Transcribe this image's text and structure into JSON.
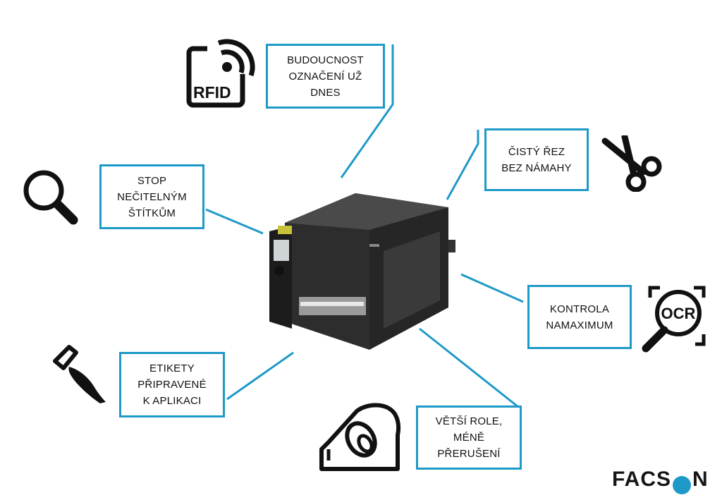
{
  "colors": {
    "accent": "#1e9ac8",
    "text": "#111111",
    "printer": "#2a2a2a"
  },
  "callouts": {
    "rfid": "BUDOUCNOST\nOZNAČENÍ UŽ\nDNES",
    "cut": "ČISTÝ ŘEZ\nBEZ NÁMAHY",
    "readability": "STOP\nNEČITELNÝM\nŠTÍTKŮM",
    "ocr": "KONTROLA\nNAMAXIMUM",
    "peel": "ETIKETY\nPŘIPRAVENÉ\nK APLIKACI",
    "roll": "VĚTŠÍ ROLE,\nMÉNĚ\nPŘERUŠENÍ"
  },
  "icons": {
    "rfid_label": "RFID",
    "ocr_label": "OCR",
    "names": [
      "rfid-icon",
      "scissors-icon",
      "magnifier-icon",
      "ocr-icon",
      "peeler-icon",
      "label-roll-icon",
      "printer-image"
    ]
  },
  "logo": {
    "part1": "FACS",
    "part2": "N"
  }
}
